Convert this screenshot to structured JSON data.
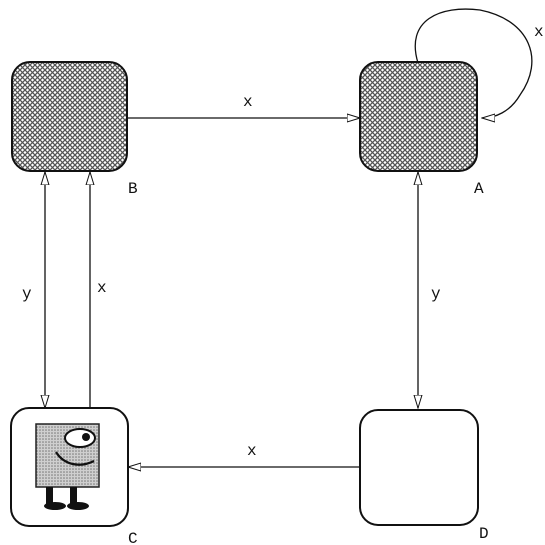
{
  "nodes": {
    "A": {
      "label": "A",
      "style": "hatched"
    },
    "B": {
      "label": "B",
      "style": "hatched"
    },
    "C": {
      "label": "C",
      "style": "character"
    },
    "D": {
      "label": "D",
      "style": "empty"
    }
  },
  "edges": {
    "b_to_a": {
      "label": "x"
    },
    "a_self": {
      "label": "x"
    },
    "a_d": {
      "label": "y"
    },
    "b_c": {
      "label": "y"
    },
    "c_to_b": {
      "label": "x"
    },
    "d_to_c": {
      "label": "x"
    }
  },
  "colors": {
    "stroke": "#111111",
    "hatch": "#888888",
    "face": "#aaaaaa"
  }
}
